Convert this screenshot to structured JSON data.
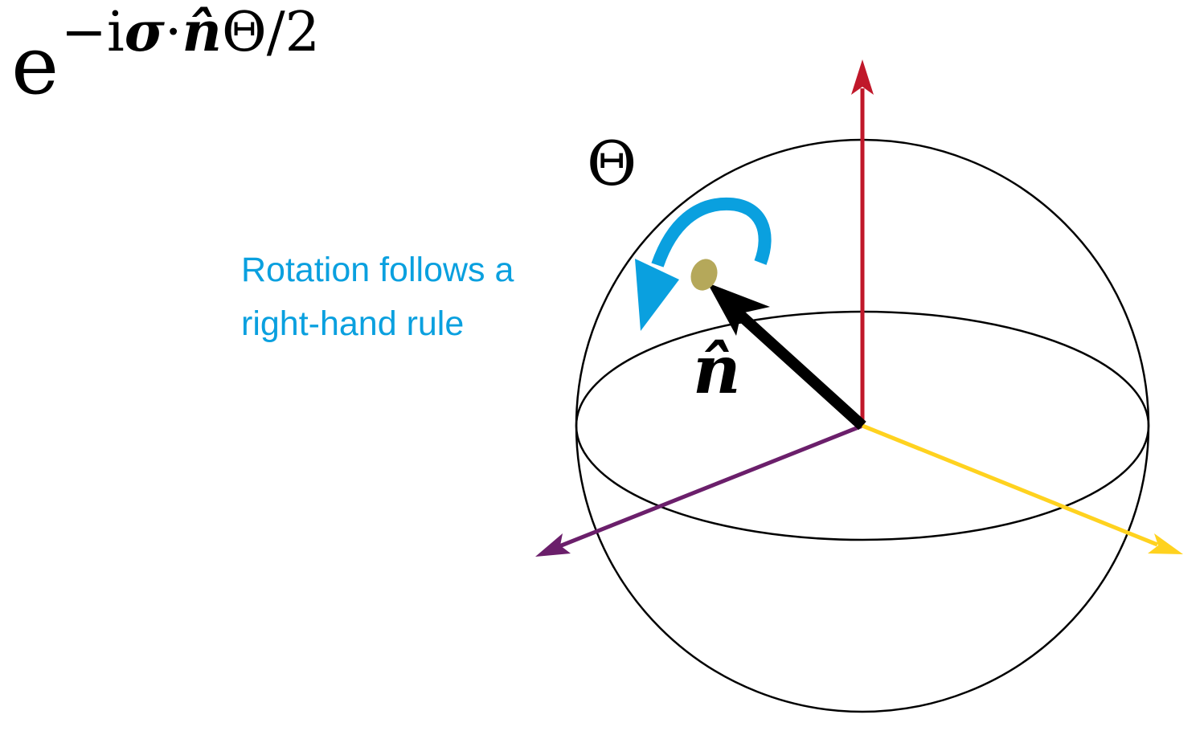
{
  "formula": {
    "base": "e",
    "exponent_prefix": "−i",
    "sigma": "σ",
    "dot": "·",
    "n_hat": "n̂",
    "exponent_suffix": "Θ/2"
  },
  "labels": {
    "theta": "Θ",
    "n_hat": "n̂",
    "caption_line1": "Rotation follows a",
    "caption_line2": "right-hand rule"
  },
  "colors": {
    "z_axis": "#c0182a",
    "x_axis": "#6b1f6b",
    "y_axis": "#ffd21f",
    "rotation_arrow": "#0aa0df",
    "n_hat_vector": "#000000",
    "tip_marker": "#b5a85a",
    "sphere_outline": "#000000"
  },
  "icons": {
    "rotation": "curved-arrow-icon",
    "vector": "arrow-icon"
  }
}
